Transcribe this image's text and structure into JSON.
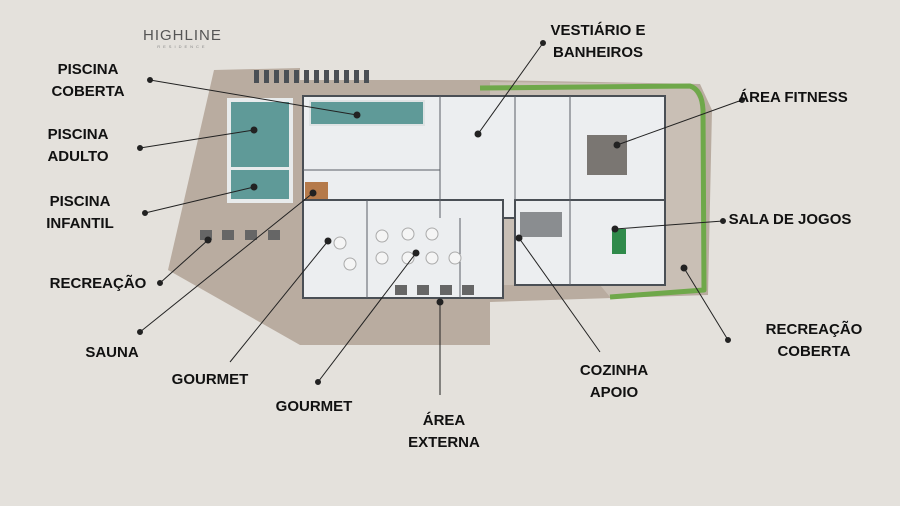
{
  "logo": {
    "name": "HIGHLINE",
    "sub": "RESIDENCE"
  },
  "labels": [
    {
      "id": "piscina-coberta",
      "lines": [
        "PISCINA",
        "COBERTA"
      ]
    },
    {
      "id": "piscina-adulto",
      "lines": [
        "PISCINA",
        "ADULTO"
      ]
    },
    {
      "id": "piscina-infantil",
      "lines": [
        "PISCINA",
        "INFANTIL"
      ]
    },
    {
      "id": "recreacao",
      "lines": [
        "RECREAÇÃO"
      ]
    },
    {
      "id": "sauna",
      "lines": [
        "SAUNA"
      ]
    },
    {
      "id": "gourmet-1",
      "lines": [
        "GOURMET"
      ]
    },
    {
      "id": "gourmet-2",
      "lines": [
        "GOURMET"
      ]
    },
    {
      "id": "area-externa",
      "lines": [
        "ÁREA",
        "EXTERNA"
      ]
    },
    {
      "id": "cozinha-apoio",
      "lines": [
        "COZINHA",
        "APOIO"
      ]
    },
    {
      "id": "recreacao-coberta",
      "lines": [
        "RECREAÇÃO",
        "COBERTA"
      ]
    },
    {
      "id": "sala-de-jogos",
      "lines": [
        "SALA DE JOGOS"
      ]
    },
    {
      "id": "area-fitness",
      "lines": [
        "ÁREA FITNESS"
      ]
    },
    {
      "id": "vestiario",
      "lines": [
        "VESTIÁRIO E",
        "BANHEIROS"
      ]
    }
  ],
  "colors": {
    "background": "#e4e1dc",
    "deck": "#b9aca0",
    "floor": "#eceef0",
    "water": "#5f9a98",
    "hedge": "#6fa84a",
    "walls": "#4a4f55"
  }
}
